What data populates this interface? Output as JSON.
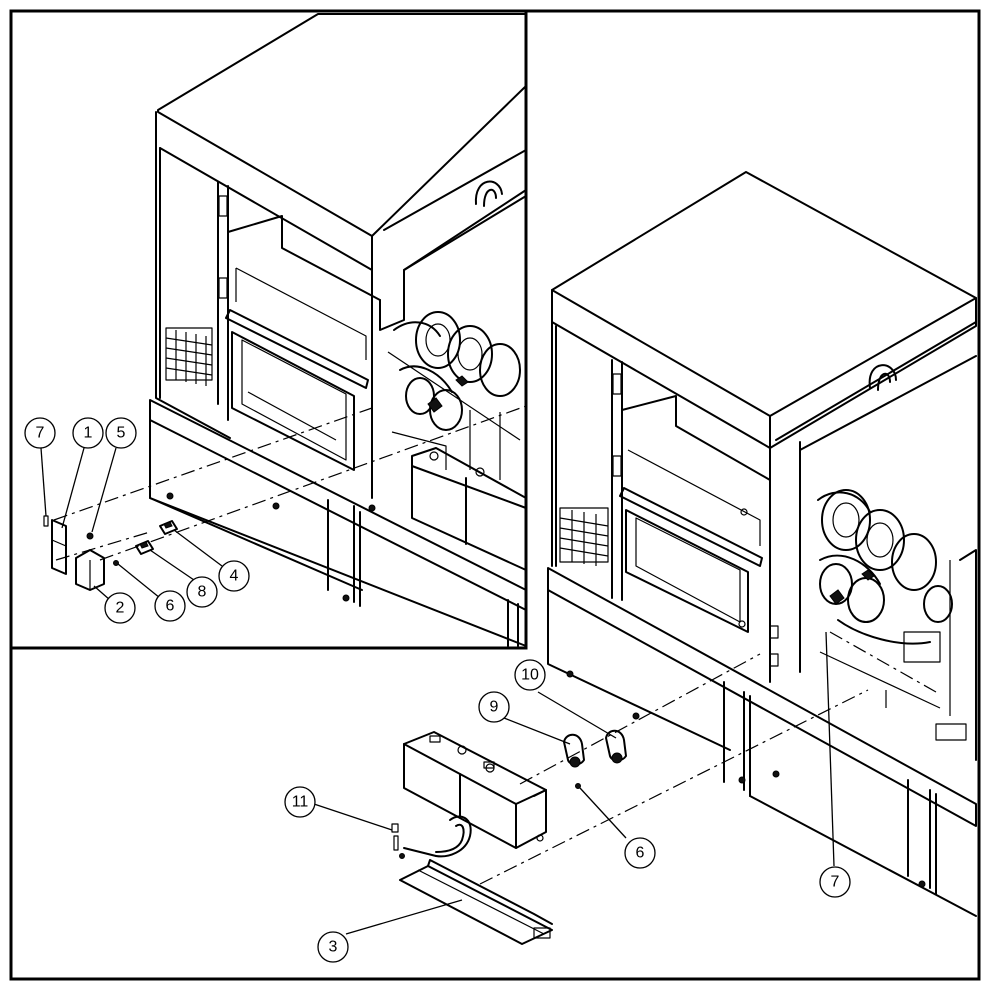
{
  "callouts_left": [
    {
      "id": "c-l-7",
      "label": "7"
    },
    {
      "id": "c-l-1",
      "label": "1"
    },
    {
      "id": "c-l-5",
      "label": "5"
    },
    {
      "id": "c-l-2",
      "label": "2"
    },
    {
      "id": "c-l-6",
      "label": "6"
    },
    {
      "id": "c-l-8",
      "label": "8"
    },
    {
      "id": "c-l-4",
      "label": "4"
    }
  ],
  "callouts_bottom": [
    {
      "id": "c-b-10",
      "label": "10"
    },
    {
      "id": "c-b-9",
      "label": "9"
    },
    {
      "id": "c-b-11",
      "label": "11"
    },
    {
      "id": "c-b-6",
      "label": "6"
    },
    {
      "id": "c-b-7",
      "label": "7"
    },
    {
      "id": "c-b-3",
      "label": "3"
    }
  ]
}
